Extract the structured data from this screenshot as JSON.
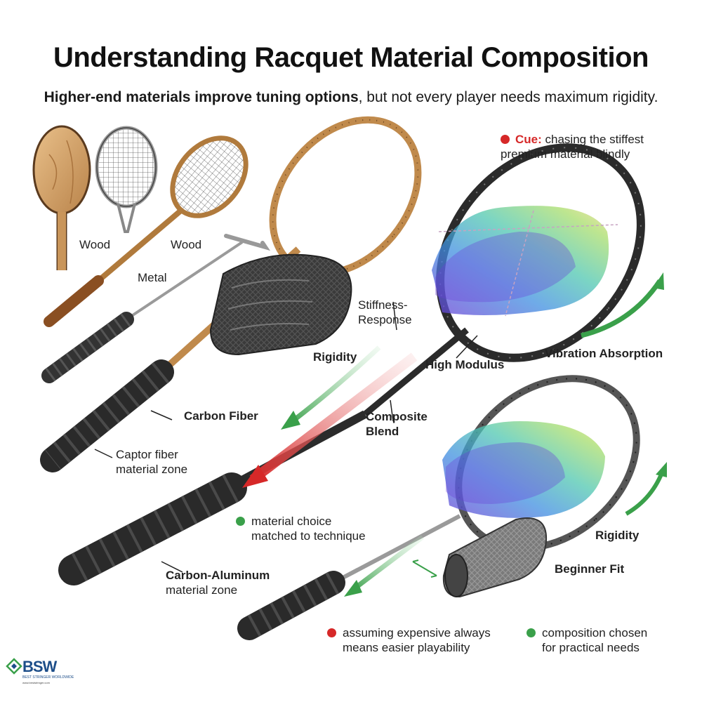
{
  "header": {
    "title": "Understanding Racquet Material Composition",
    "subtitle_bold": "Higher-end materials improve tuning options",
    "subtitle_rest": ", but not every player needs maximum rigidity."
  },
  "labels": {
    "wood_1": "Wood",
    "wood_2": "Wood",
    "metal": "Metal",
    "stiffness_response": "Stiffness-\nResponse",
    "rigidity_main": "Rigidity",
    "high_modulus": "High Modulus",
    "vibration_absorption": "Vibration Absorption",
    "carbon_fiber": "Carbon Fiber",
    "captor_zone": "Captor fiber\nmaterial zone",
    "composite_blend": "Composite\nBlend",
    "rigidity_small": "Rigidity",
    "beginner_fit": "Beginner Fit",
    "carbon_aluminum": "Carbon-Aluminum",
    "carbon_aluminum_zone": "material zone"
  },
  "cues": {
    "top": {
      "lead": "Cue:",
      "text": " chasing the stiffest\npremium material blindly"
    },
    "mid": {
      "text": "material choice\nmatched to technique"
    },
    "bottom_left": {
      "text": "assuming expensive always\nmeans easier playability"
    },
    "bottom_right": {
      "text": "composition chosen\nfor practical needs"
    }
  },
  "colors": {
    "warning": "#d62828",
    "good": "#3aa04a",
    "frame_dark": "#2b2b2b",
    "wood": "#c9955a",
    "brand": "#1d4e89"
  },
  "logo": {
    "word": "BSW",
    "tagline": "BEST STRINGER WORLDWIDE",
    "url": "www.beststringer.com"
  }
}
